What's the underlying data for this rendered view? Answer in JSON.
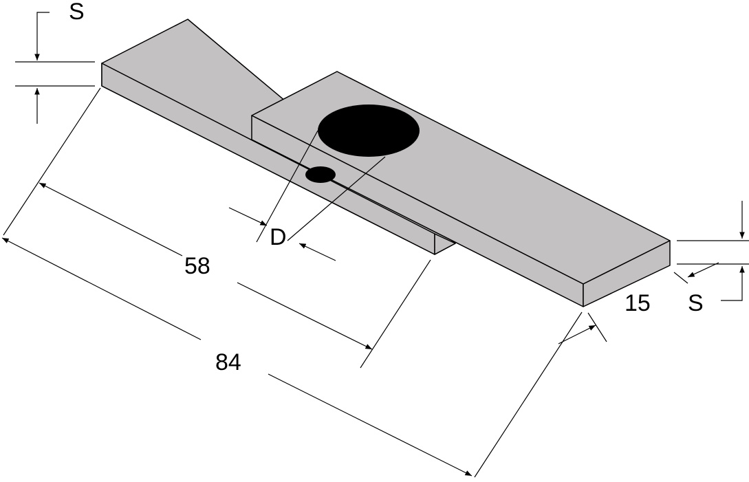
{
  "labels": {
    "thickness_top": "S",
    "thickness_right": "S",
    "hole_diameter": "D",
    "overlap_length": "58",
    "total_length": "84",
    "width": "15"
  },
  "colors": {
    "plate_face": "#c4c1c2",
    "plate_edge": "#000000",
    "hole": "#000000",
    "dimension_line": "#000000"
  }
}
